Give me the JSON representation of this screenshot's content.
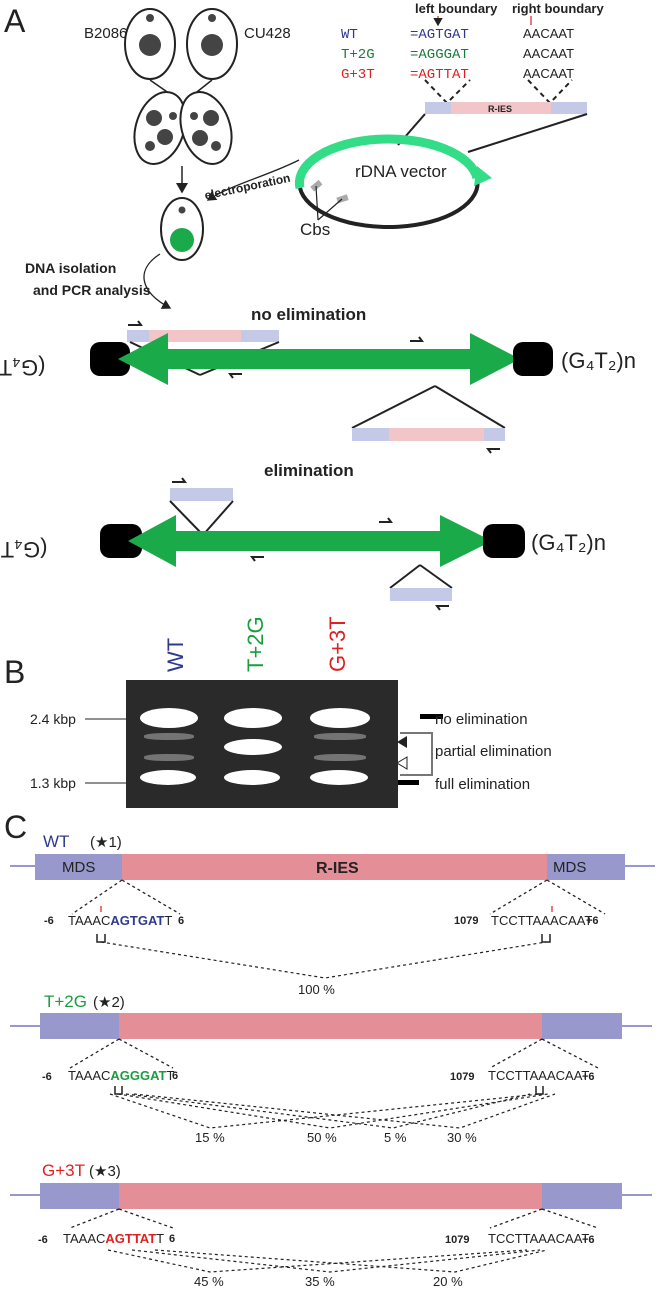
{
  "panel_labels": {
    "a": "A",
    "b": "B",
    "c": "C"
  },
  "colors": {
    "green": "#1aaa4a",
    "green_text": "#1a9e3c",
    "ies_pink": "#e48f97",
    "ies_pink_light": "#f2c6c8",
    "mds_blue": "#9898cc",
    "mds_blue_light": "#c5c9e8",
    "wt_color": "#2f3a8f",
    "t2g_color": "#1a9e3c",
    "g3t_color": "#e02020",
    "marker_red": "#e02020"
  },
  "panel_a": {
    "strain_1": "B2086",
    "strain_2": "CU428",
    "boundary_table": {
      "left_header": "left boundary",
      "right_header": "right boundary",
      "rows": [
        {
          "name": "WT",
          "left": "=AGTGAT",
          "right": "AACAAT"
        },
        {
          "name": "T+2G",
          "left": "=AGGGAT",
          "right": "AACAAT"
        },
        {
          "name": "G+3T",
          "left": "=AGTTAT",
          "right": "AACAAT"
        }
      ]
    },
    "ies_label": "R-IES",
    "vector_label": "rDNA vector",
    "electroporation": "electroporation",
    "cbs_label": "Cbs",
    "dna_isolation_1": "DNA isolation",
    "dna_isolation_2": "and PCR analysis",
    "no_elim_title": "no elimination",
    "elim_title": "elimination",
    "telomere_right": "(G₄T₂)n",
    "telomere_left": "(G₄T₂)n"
  },
  "panel_b": {
    "lanes": [
      {
        "name": "WT",
        "color": "#2f3a8f"
      },
      {
        "name": "T+2G",
        "color": "#1a9e3c"
      },
      {
        "name": "G+3T",
        "color": "#e02020"
      }
    ],
    "size_top": "2.4 kbp",
    "size_bottom": "1.3 kbp",
    "stars": [
      "1",
      "2",
      "3"
    ],
    "legend": [
      "no elimination",
      "partial elimination",
      "full elimination"
    ]
  },
  "panel_c": {
    "mds": "MDS",
    "ies": "R-IES",
    "rows": [
      {
        "name": "WT",
        "star": "1",
        "left_num": "-6",
        "seq_prefix": "TAAAC",
        "seq_colored": "AGTGAT",
        "seq_suffix": "T",
        "left_end": "6",
        "right_num": "1079",
        "right_seq": "TCCTTAAACAAT",
        "right_end": "+6",
        "percents": [
          "100 %"
        ]
      },
      {
        "name": "T+2G",
        "star": "2",
        "left_num": "-6",
        "seq_prefix": "TAAAC",
        "seq_colored": "AGGGAT",
        "seq_suffix": "T",
        "left_end": "6",
        "right_num": "1079",
        "right_seq": "TCCTTAAACAAT",
        "right_end": "+6",
        "percents": [
          "15 %",
          "50 %",
          "5 %",
          "30 %"
        ]
      },
      {
        "name": "G+3T",
        "star": "3",
        "left_num": "-6",
        "seq_prefix": "TAAAC",
        "seq_colored": "AGTTAT",
        "seq_suffix": "T",
        "left_end": "6",
        "right_num": "1079",
        "right_seq": "TCCTTAAACAAT",
        "right_end": "+6",
        "percents": [
          "45 %",
          "35 %",
          "20 %"
        ]
      }
    ]
  }
}
